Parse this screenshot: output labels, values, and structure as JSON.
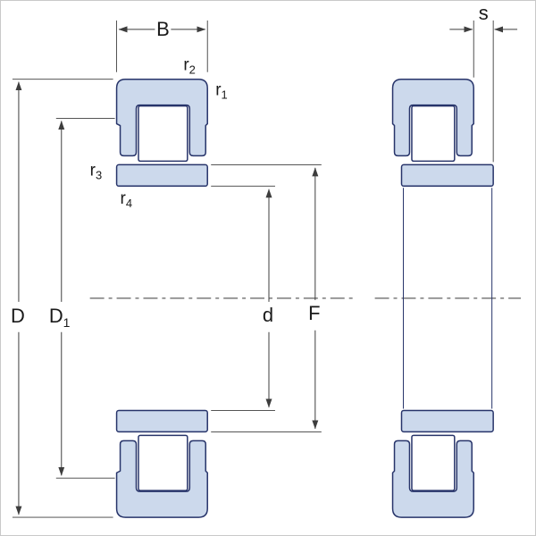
{
  "diagram": {
    "description": "Cylindrical roller bearing (NU design) cross-section drawing with dimension symbols",
    "colors": {
      "ring_fill": "#ccd9ec",
      "ring_outline": "#27346a",
      "dimension_lines": "#3d3d3d",
      "label_text": "#1a1a1a",
      "background": "#ffffff",
      "frame_border": "#c9c9c9"
    },
    "dimension_labels": {
      "width": "B",
      "axial_displacement": "s",
      "outside_diameter": "D",
      "bore_diameter": "d",
      "raceway_diameter": "F",
      "flange_diameter": {
        "main": "D",
        "sub": "1"
      },
      "radius_1": {
        "main": "r",
        "sub": "1"
      },
      "radius_2": {
        "main": "r",
        "sub": "2"
      },
      "radius_3": {
        "main": "r",
        "sub": "3"
      },
      "radius_4": {
        "main": "r",
        "sub": "4"
      }
    }
  }
}
